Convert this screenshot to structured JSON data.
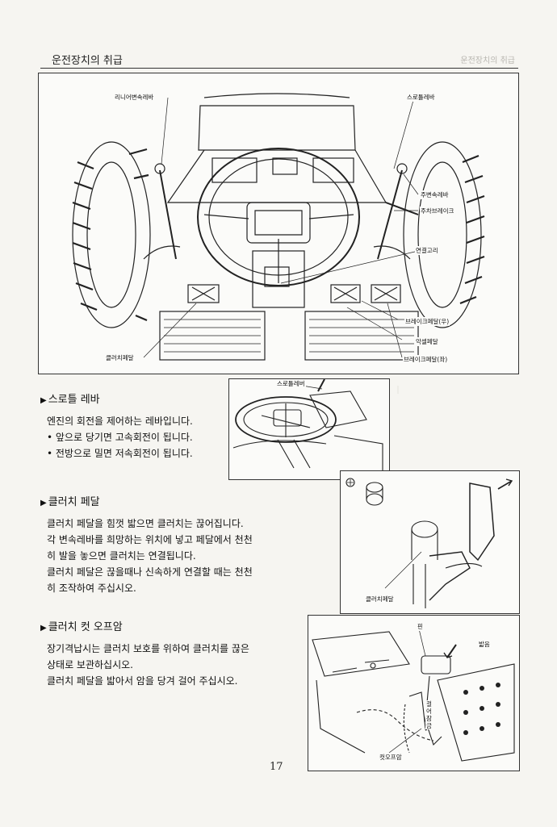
{
  "header": {
    "title": "운전장치의 취급",
    "ghost_right": "운전장치의 취급"
  },
  "figure_main": {
    "labels": {
      "reverse_lever": "리니어변속레바",
      "throttle_lever": "스로틀레바",
      "main_shift_lever": "주변속레바",
      "parking_brake": "주차브레이크",
      "link_ring": "연결고리",
      "brake_pedal_right": "브레이크페달(우)",
      "accel_pedal": "악셀페달",
      "brake_pedal_left": "브레이크페달(좌)",
      "clutch_pedal": "클러치페달"
    }
  },
  "figure_throttle": {
    "label": "스로틀레버"
  },
  "figure_clutch": {
    "label": "클러치페달"
  },
  "figure_cutoff": {
    "pin": "핀",
    "step": "밟음",
    "hook": "걸어잠금",
    "cutoff_arm": "컷오프암"
  },
  "sections": {
    "throttle": {
      "title": "스로틀 레바",
      "lines": [
        "엔진의 회전을 제어하는 레바입니다.",
        "• 앞으로 당기면 고속회전이 됩니다.",
        "• 전방으로 밀면 저속회전이 됩니다."
      ]
    },
    "clutch": {
      "title": "클러치 페달",
      "lines": [
        "클러치 페달을 힘껏 밟으면 클러치는 끊어집니다.",
        "각 변속레바를 희망하는 위치에 넣고 페달에서 천천",
        "히 발을 놓으면 클러치는 연결됩니다.",
        "클러치 페달은 끊을때나 신속하게 연결할 때는 천천",
        "히 조작하여 주십시오."
      ]
    },
    "cutoff": {
      "title": "클러치 컷 오프암",
      "lines": [
        "장기격납시는 클러치 보호를 위하여 클러치를 끊은",
        "상태로 보관하십시오.",
        "클러치 페달을 밟아서 암을 당겨 걸어 주십시오."
      ]
    }
  },
  "page_number": "17"
}
